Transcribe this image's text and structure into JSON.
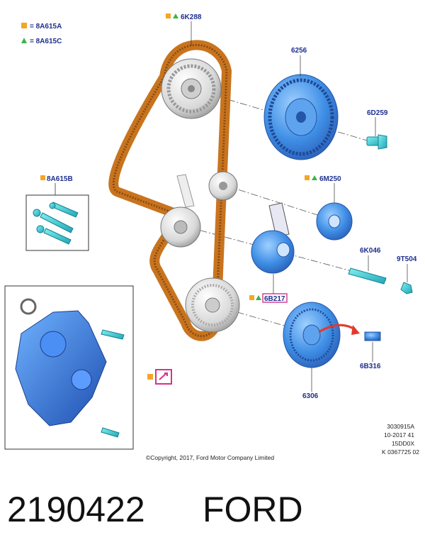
{
  "legend": {
    "square_code": "8A615A",
    "triangle_code": "8A615C",
    "square_color": "#f5a623",
    "triangle_color": "#3cb44b"
  },
  "labels": {
    "belt": "6K288",
    "cam_pulley": "6256",
    "cam_bolt": "6D259",
    "bolt_kit": "8A615B",
    "idler": "6M250",
    "tensioner_bolt": "6K046",
    "nut": "9T504",
    "tensioner": "6B217",
    "crank_pulley": "6306",
    "sensor": "6B316",
    "connector_prefix": "="
  },
  "reference": {
    "line1": "3030915A",
    "line2": "10-2017 41",
    "line3": "15DD0X",
    "line4": "K 0367725 02"
  },
  "copyright": "©Copyright, 2017, Ford Motor Company Limited",
  "footer": {
    "part_number": "2190422",
    "brand": "FORD"
  },
  "colors": {
    "part_blue": "#4a90e2",
    "belt_orange": "#c8741f",
    "label_blue": "#1f2f8f",
    "highlight_magenta": "#d6338c",
    "arrow_red": "#e23a2a"
  }
}
